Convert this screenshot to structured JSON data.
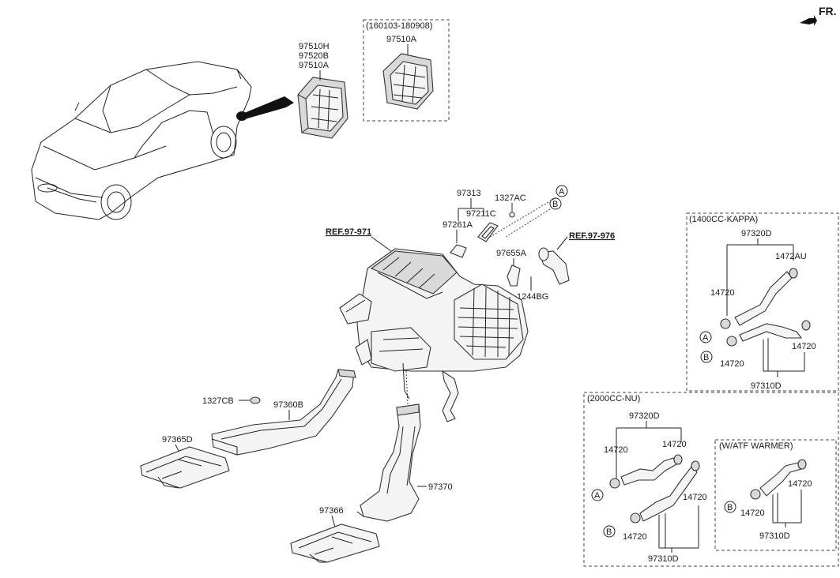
{
  "diagram": {
    "fr_label": "FR.",
    "boxes": {
      "grille_variant": {
        "label": "(160103-180908)"
      },
      "kappa": {
        "label": "(1400CC-KAPPA)"
      },
      "nu": {
        "label": "(2000CC-NU)"
      },
      "atf": {
        "label": "(W/ATF WARMER)"
      }
    },
    "labels": {
      "p97510H": "97510H",
      "p97520B": "97520B",
      "p97510A_1": "97510A",
      "p97510A_2": "97510A",
      "ref_971": "REF.97-971",
      "ref_976": "REF.97-976",
      "p97313": "97313",
      "p1327AC": "1327AC",
      "p97211C": "97211C",
      "p97261A": "97261A",
      "p97655A": "97655A",
      "p1244BG": "1244BG",
      "p1327CB": "1327CB",
      "p97360B": "97360B",
      "p97365D": "97365D",
      "p97370": "97370",
      "p97366": "97366",
      "k_97320D": "97320D",
      "k_1472AU": "1472AU",
      "k_14720_a": "14720",
      "k_14720_b": "14720",
      "k_14720_c": "14720",
      "k_97310D": "97310D",
      "n_97320D": "97320D",
      "n_14720_a": "14720",
      "n_14720_b": "14720",
      "n_14720_c": "14720",
      "n_14720_d": "14720",
      "n_97310D": "97310D",
      "w_14720_a": "14720",
      "w_14720_b": "14720",
      "w_97310D": "97310D"
    },
    "callouts": {
      "A": "A",
      "B": "B"
    }
  }
}
